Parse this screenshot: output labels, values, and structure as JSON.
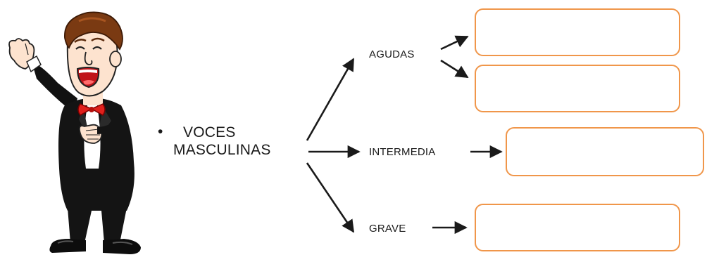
{
  "diagram": {
    "title_line1": "VOCES",
    "title_line2": "MASCULINAS",
    "bullet": "•",
    "branches": {
      "agudas": "AGUDAS",
      "intermedia": "INTERMEDIA",
      "grave": "GRAVE"
    }
  },
  "colors": {
    "box_border": "#f0964a",
    "arrow": "#1a1a1a",
    "text": "#1a1a1a"
  },
  "illustration": {
    "subject": "singing man in tuxedo with red bow tie",
    "icon": "singer-illustration"
  }
}
